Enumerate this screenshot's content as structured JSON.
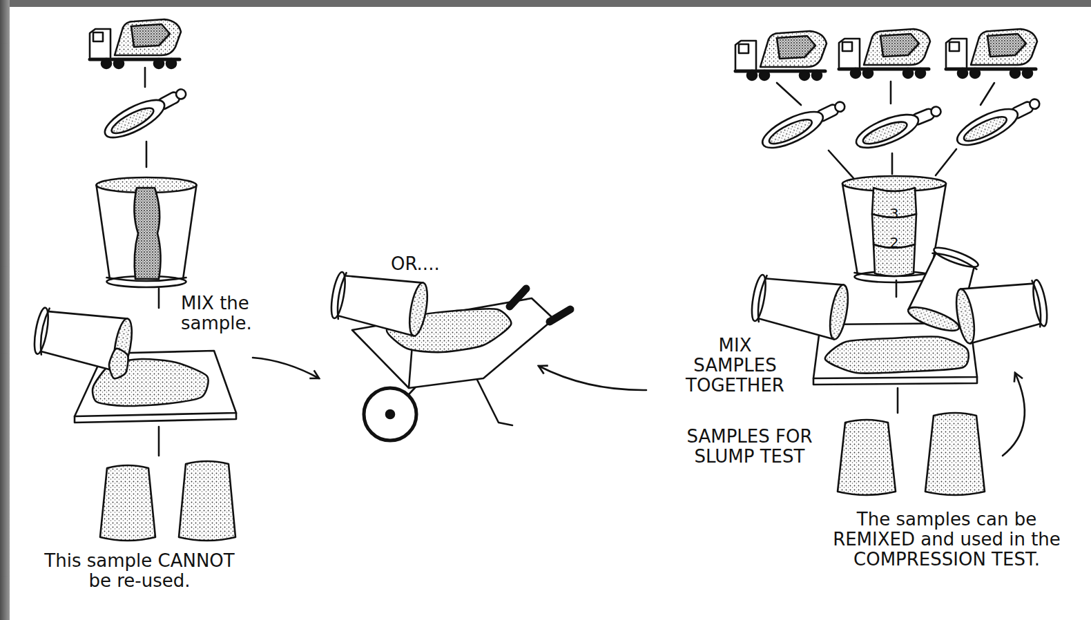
{
  "diagram": {
    "labels": [
      "MIX the sample.",
      "OR....",
      "3",
      "2",
      "MIX SAMPLES TOGETHER",
      "SAMPLES FOR SLUMP TEST",
      "This sample CANNOT be re-used.",
      "The samples can be REMIXED and used in the COMPRESSION TEST."
    ]
  }
}
